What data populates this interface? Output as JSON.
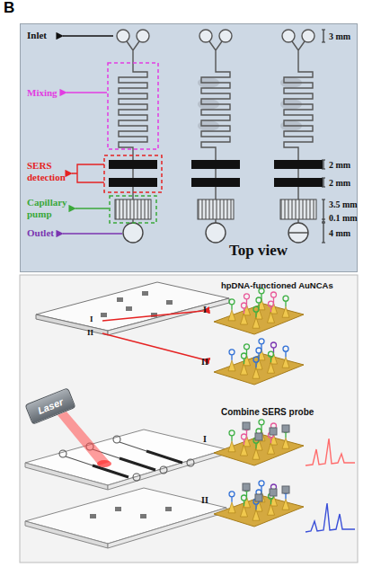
{
  "diagram": {
    "nodes": [
      {
        "text": [
          "Top view"
        ]
      },
      {
        "text": [
          "Laser"
        ]
      }
    ],
    "labels": [
      "B",
      "Inlet",
      "Mixing",
      "SERS detection",
      "Capillary pump",
      "Outlet",
      "3 mm",
      "2 mm",
      "2 mm",
      "3.5 mm",
      "0.1 mm",
      "4 mm",
      "I",
      "II",
      "hpDNA-functioned AuNCAs",
      "I",
      "II",
      "Combine SERS probe",
      "I",
      "II"
    ]
  }
}
